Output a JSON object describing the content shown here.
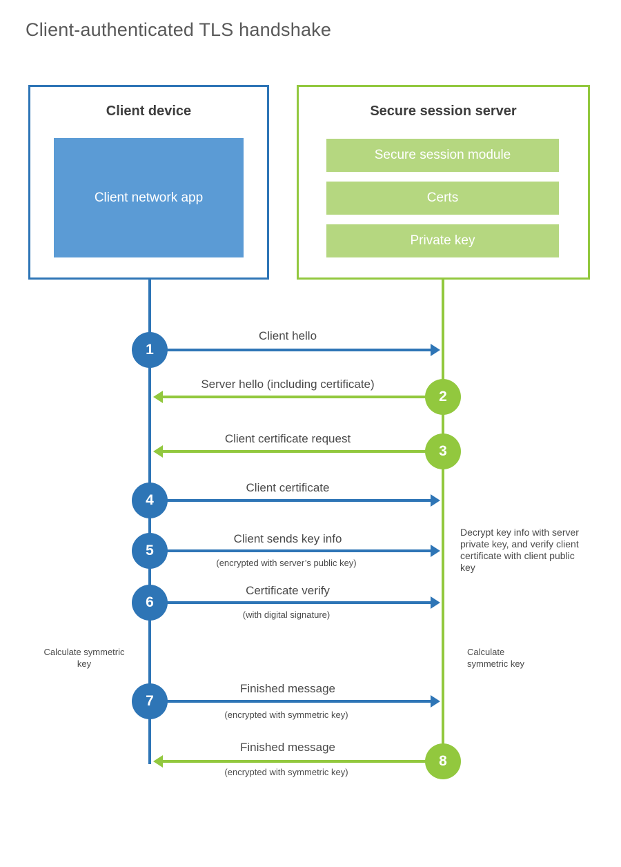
{
  "title": "Client-authenticated TLS handshake",
  "colors": {
    "accent_blue": "#2e75b6",
    "fill_blue": "#5b9bd5",
    "accent_green": "#92c83e",
    "fill_green": "#b5d780",
    "title_gray": "#595959",
    "heading_dark": "#3d3d3d",
    "label_gray": "#4a4a4a"
  },
  "client": {
    "title": "Client device",
    "app_label": "Client network app"
  },
  "server": {
    "title": "Secure session server",
    "modules": [
      "Secure session module",
      "Certs",
      "Private key"
    ]
  },
  "messages": [
    {
      "num": "1",
      "label": "Client hello",
      "sub": "",
      "direction": "client-to-server",
      "color": "blue"
    },
    {
      "num": "2",
      "label": "Server hello (including certificate)",
      "sub": "",
      "direction": "server-to-client",
      "color": "green"
    },
    {
      "num": "3",
      "label": "Client certificate request",
      "sub": "",
      "direction": "server-to-client",
      "color": "green"
    },
    {
      "num": "4",
      "label": "Client certificate",
      "sub": "",
      "direction": "client-to-server",
      "color": "blue"
    },
    {
      "num": "5",
      "label": "Client sends key info",
      "sub": "(encrypted with server’s public key)",
      "direction": "client-to-server",
      "color": "blue"
    },
    {
      "num": "6",
      "label": "Certificate verify",
      "sub": "(with digital signature)",
      "direction": "client-to-server",
      "color": "blue"
    },
    {
      "num": "7",
      "label": "Finished message",
      "sub": "(encrypted with symmetric key)",
      "direction": "client-to-server",
      "color": "blue"
    },
    {
      "num": "8",
      "label": "Finished message",
      "sub": "(encrypted with symmetric key)",
      "direction": "server-to-client",
      "color": "green"
    }
  ],
  "notes": {
    "decrypt": "Decrypt key info with server private key, and verify client certificate with client public key",
    "calc_left": "Calculate symmetric key",
    "calc_right": "Calculate symmetric key"
  }
}
